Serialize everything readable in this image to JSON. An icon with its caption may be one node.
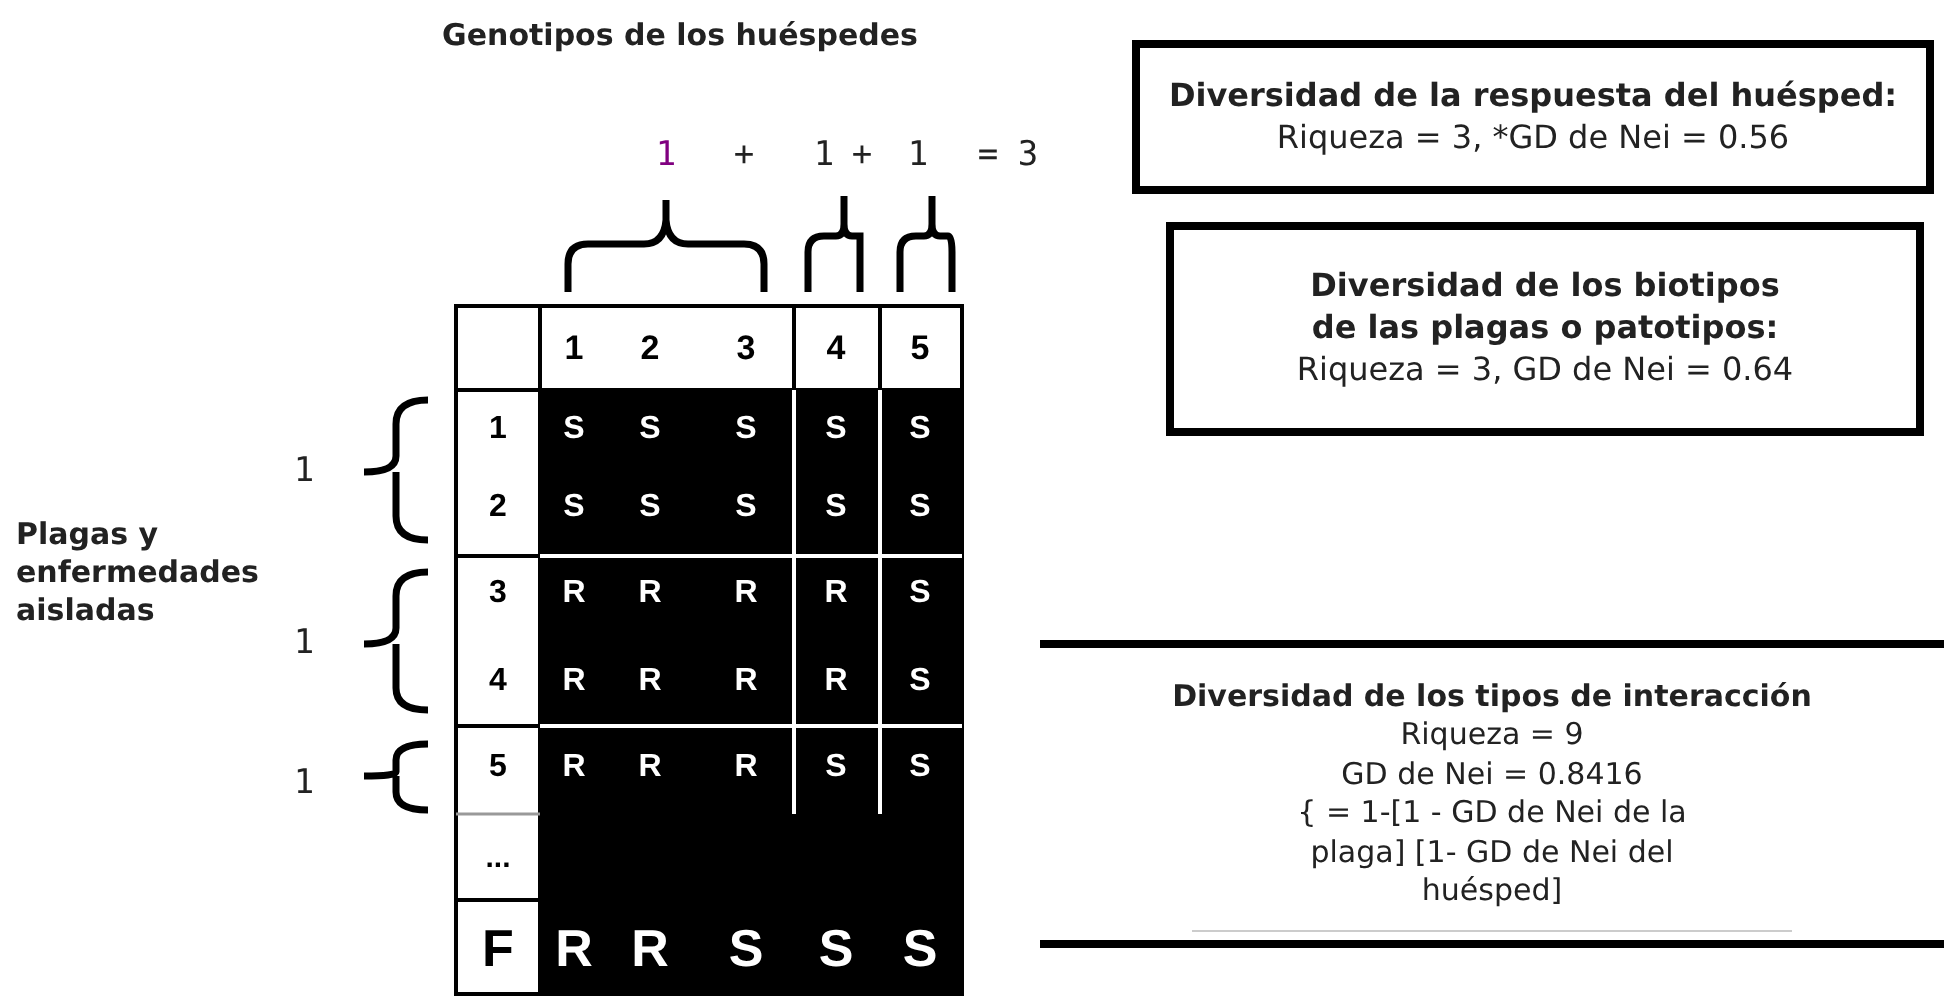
{
  "diagram": {
    "nodes": [
      {
        "text": [
          "Diversidad de la respuesta del huésped:",
          "Riqueza = 3, *GD de Nei = 0.56"
        ]
      },
      {
        "text": [
          "Diversidad de los biotipos de las plagas o patotipos:",
          "Riqueza = 3, GD de Nei = 0.64"
        ]
      },
      {
        "text": [
          "Diversidad de los tipos de interacción",
          "Riqueza = 9",
          "GD de Nei = 0.8416",
          "{ = 1-[1 - GD de Nei de la plaga] [1- GD de Nei del huésped]"
        ]
      }
    ],
    "edges": [],
    "labels": [
      "Genotipos de los huéspedes",
      "1",
      "+",
      "1",
      "+",
      "1",
      "=",
      "3",
      "1",
      "2",
      "3",
      "4",
      "5",
      "1",
      "S",
      "S",
      "S",
      "S",
      "S",
      "2",
      "S",
      "S",
      "S",
      "S",
      "S",
      "3",
      "R",
      "R",
      "R",
      "R",
      "S",
      "4",
      "R",
      "R",
      "R",
      "R",
      "S",
      "5",
      "R",
      "R",
      "R",
      "S",
      "S",
      "...",
      "F",
      "R",
      "R",
      "S",
      "S",
      "S",
      "1",
      "Plagas y enfermedades aisladas",
      "1",
      "1"
    ]
  }
}
